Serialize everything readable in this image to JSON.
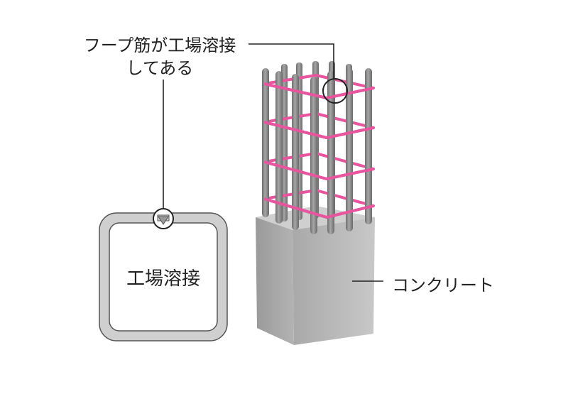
{
  "callout": {
    "line1": "フープ筋が工場溶接",
    "line2": "してある"
  },
  "inset": {
    "label": "工場溶接"
  },
  "concrete": {
    "label": "コンクリート"
  },
  "colors": {
    "hoop": "#e8559e",
    "rebar": "#8a8a8a",
    "concrete": "#b9b9b9",
    "line": "#222222"
  }
}
